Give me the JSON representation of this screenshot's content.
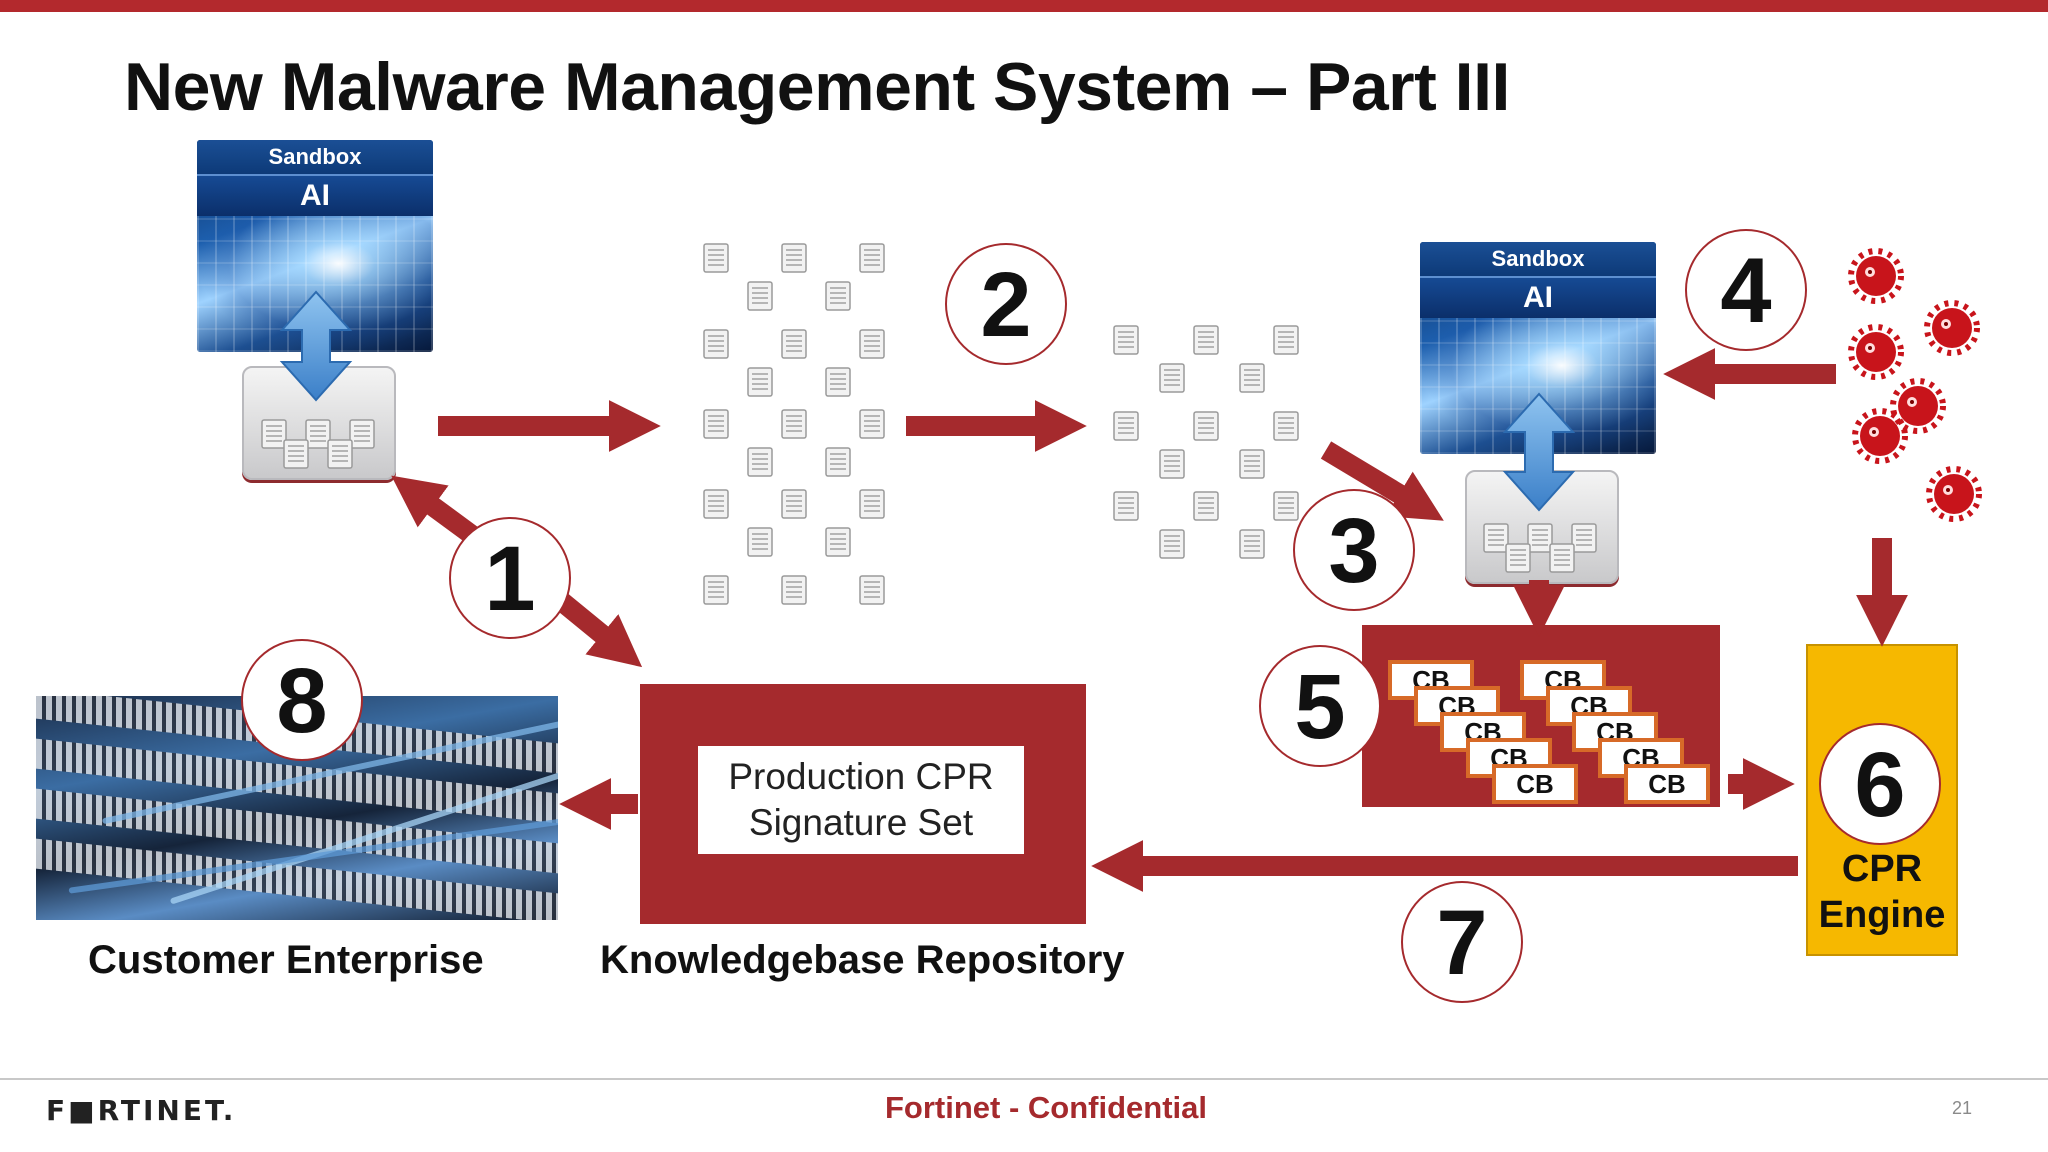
{
  "slide": {
    "title": "New Malware Management System – Part III",
    "footer_logo": "F■RTINET.",
    "footer_confidential": "Fortinet - Confidential",
    "page_number": "21"
  },
  "sandbox": {
    "header": "Sandbox",
    "ai": "AI"
  },
  "steps": [
    "1",
    "2",
    "3",
    "4",
    "5",
    "6",
    "7",
    "8"
  ],
  "repository": {
    "inner_line1": "Production CPR",
    "inner_line2": "Signature  Set",
    "caption": "Knowledgebase Repository"
  },
  "customer": {
    "caption": "Customer Enterprise"
  },
  "cpr_engine": {
    "line1": "CPR",
    "line2": "Engine"
  },
  "cb_label": "CB",
  "colors": {
    "brand_red": "#a52a2d",
    "engine_yellow": "#f6b800",
    "top_bar": "#b3292d"
  }
}
